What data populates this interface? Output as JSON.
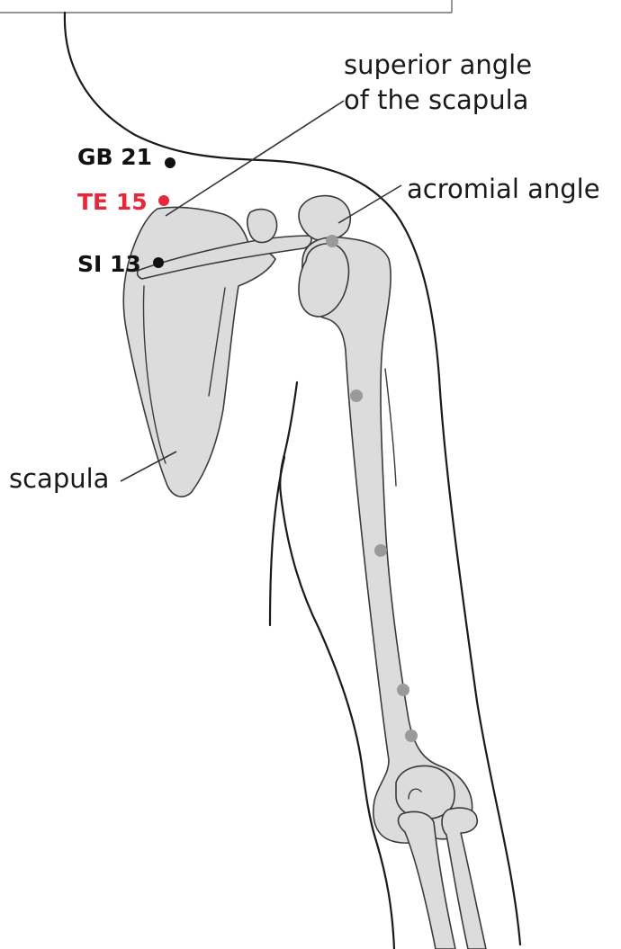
{
  "labels": {
    "superior_angle_line1": "superior angle",
    "superior_angle_line2": "of the scapula",
    "acromial_angle": "acromial angle",
    "scapula": "scapula"
  },
  "points": [
    {
      "id": "GB 21",
      "color": "#111111"
    },
    {
      "id": "TE 15",
      "color": "#e8283a"
    },
    {
      "id": "SI 13",
      "color": "#111111"
    }
  ],
  "colors": {
    "bone_fill": "#dcdcdc",
    "outline": "#1a1a1a",
    "reference_dot": "#9a9a9a",
    "highlight": "#e8283a"
  }
}
